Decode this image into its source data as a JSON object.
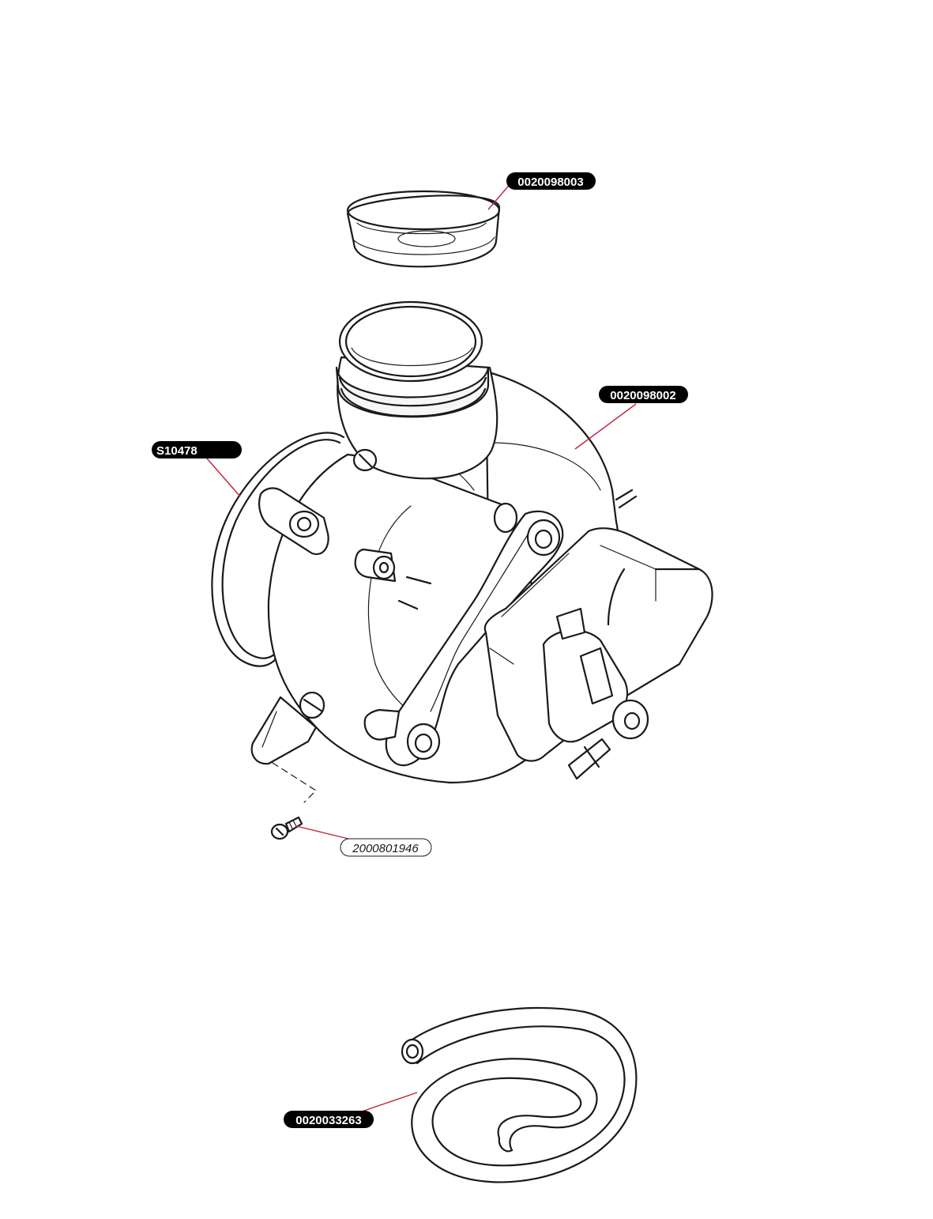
{
  "callouts": [
    {
      "id": "cap",
      "number": "0020098003",
      "style": "filled"
    },
    {
      "id": "fan-housing",
      "number": "0020098002",
      "style": "filled"
    },
    {
      "id": "o-ring",
      "number": "S10478",
      "style": "filled"
    },
    {
      "id": "screw",
      "number": "2000801946",
      "style": "outlined"
    },
    {
      "id": "hose",
      "number": "0020033263",
      "style": "filled"
    }
  ],
  "colors": {
    "label_bg": "#000000",
    "label_text": "#ffffff",
    "leader": "#c2213a",
    "outline": "#1a1a1a"
  }
}
